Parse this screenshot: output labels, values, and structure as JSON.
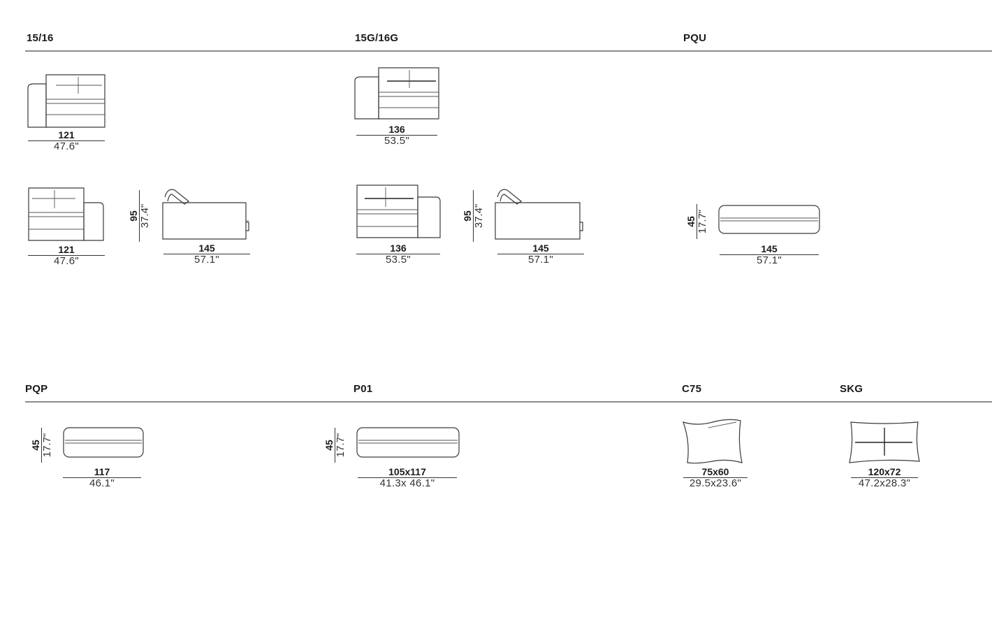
{
  "sections": {
    "s1516": {
      "code": "15/16"
    },
    "s15g16g": {
      "code": "15G/16G"
    },
    "spqu": {
      "code": "PQU"
    },
    "spqp": {
      "code": "PQP"
    },
    "sp01": {
      "code": "P01"
    },
    "sc75": {
      "code": "C75"
    },
    "sskg": {
      "code": "SKG"
    }
  },
  "dims": {
    "a_top_w": {
      "cm": "121",
      "in": "47.6\""
    },
    "a_front_w": {
      "cm": "121",
      "in": "47.6\""
    },
    "a_h": {
      "cm": "95",
      "in": "37.4\""
    },
    "a_side_d": {
      "cm": "145",
      "in": "57.1\""
    },
    "b_top_w": {
      "cm": "136",
      "in": "53.5\""
    },
    "b_front_w": {
      "cm": "136",
      "in": "53.5\""
    },
    "b_h": {
      "cm": "95",
      "in": "37.4\""
    },
    "b_side_d": {
      "cm": "145",
      "in": "57.1\""
    },
    "pqu_h": {
      "cm": "45",
      "in": "17.7\""
    },
    "pqu_w": {
      "cm": "145",
      "in": "57.1\""
    },
    "pqp_h": {
      "cm": "45",
      "in": "17.7\""
    },
    "pqp_w": {
      "cm": "117",
      "in": "46.1\""
    },
    "p01_h": {
      "cm": "45",
      "in": "17.7\""
    },
    "p01_w": {
      "cm": "105x117",
      "in": "41.3x 46.1\""
    },
    "c75_w": {
      "cm": "75x60",
      "in": "29.5x23.6\""
    },
    "skg_w": {
      "cm": "120x72",
      "in": "47.2x28.3\""
    }
  }
}
